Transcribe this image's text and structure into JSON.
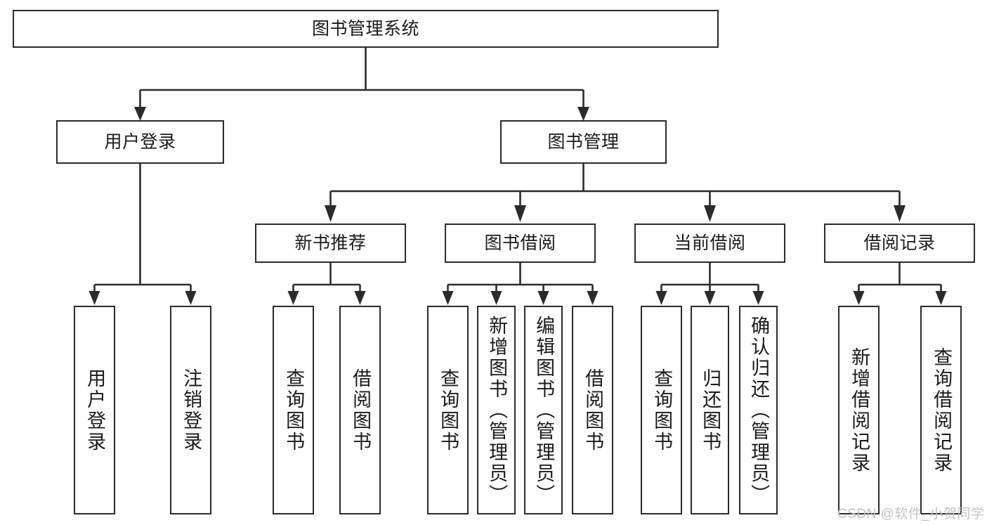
{
  "diagram": {
    "type": "tree-hierarchy-chart",
    "title": "图书管理系统",
    "style": {
      "box_border_color": "#2b2b2b",
      "box_fill_color": "#ffffff",
      "line_color": "#2b2b2b",
      "text_color": "#1a1a1a",
      "background": "#ffffff",
      "watermark_color": "#c3c3c3"
    },
    "root": {
      "label": "图书管理系统"
    },
    "level2": [
      {
        "label": "用户登录"
      },
      {
        "label": "图书管理"
      }
    ],
    "level3": [
      {
        "label": "新书推荐"
      },
      {
        "label": "图书借阅"
      },
      {
        "label": "当前借阅"
      },
      {
        "label": "借阅记录"
      }
    ],
    "leaves": {
      "user_login": [
        {
          "label": "用户登录"
        },
        {
          "label": "注销登录"
        }
      ],
      "new_book_recommend": [
        {
          "label": "查询图书"
        },
        {
          "label": "借阅图书"
        }
      ],
      "book_borrow": [
        {
          "label": "查询图书"
        },
        {
          "label": "新增图书（管理员）"
        },
        {
          "label": "编辑图书（管理员）"
        },
        {
          "label": "借阅图书"
        }
      ],
      "current_borrow": [
        {
          "label": "查询图书"
        },
        {
          "label": "归还图书"
        },
        {
          "label": "确认归还（管理员）"
        }
      ],
      "borrow_record": [
        {
          "label": "新增借阅记录"
        },
        {
          "label": "查询借阅记录"
        }
      ]
    },
    "watermark": {
      "text": "CSDN @软件_小贺同学"
    }
  }
}
